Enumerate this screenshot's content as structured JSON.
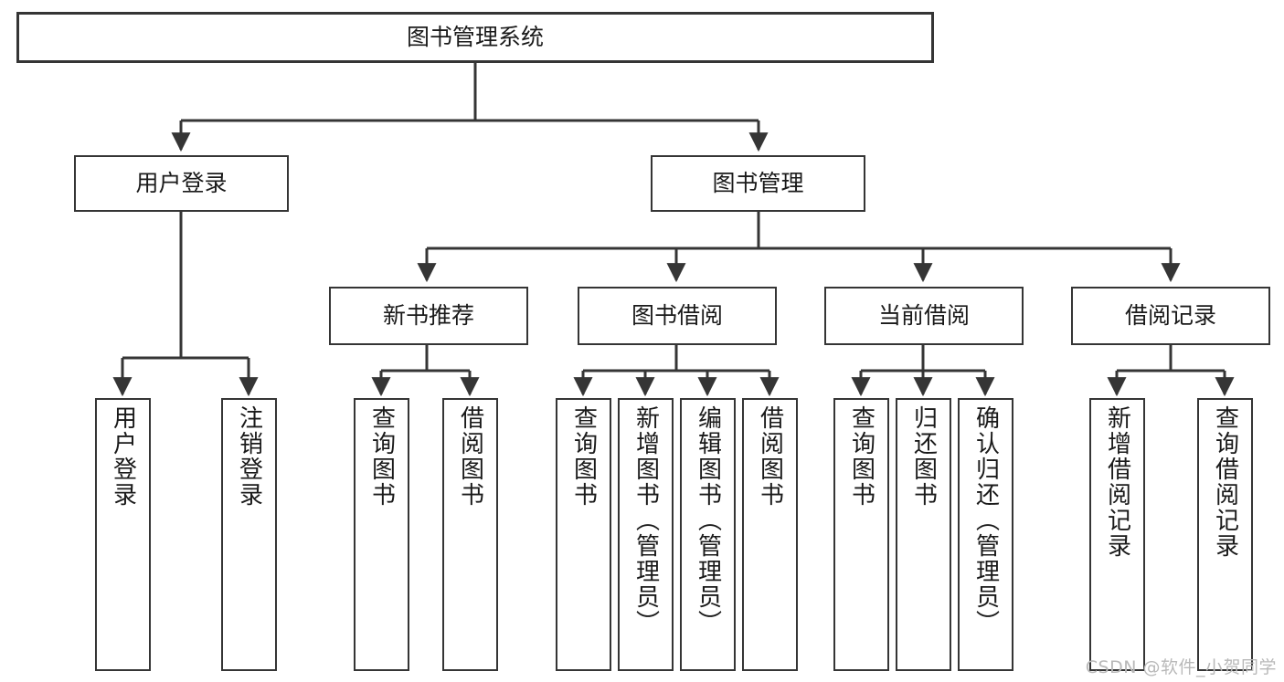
{
  "diagram": {
    "title": "图书管理系统",
    "watermark": "CSDN @软件_小贺同学",
    "colors": {
      "stroke": "#353535",
      "fill": "#ffffff",
      "text": "#1a1a1a",
      "watermark": "#b9b9b9"
    },
    "nodes": {
      "root": {
        "label": "图书管理系统"
      },
      "level1": [
        {
          "label": "用户登录"
        },
        {
          "label": "图书管理"
        }
      ],
      "level2": [
        {
          "label": "新书推荐"
        },
        {
          "label": "图书借阅"
        },
        {
          "label": "当前借阅"
        },
        {
          "label": "借阅记录"
        }
      ],
      "leaves": {
        "user_login": [
          {
            "label": "用户登录"
          },
          {
            "label": "注销登录"
          }
        ],
        "new_book_recommend": [
          {
            "label": "查询图书"
          },
          {
            "label": "借阅图书"
          }
        ],
        "book_borrow": [
          {
            "label": "查询图书"
          },
          {
            "label": "新增图书（管理员）"
          },
          {
            "label": "编辑图书（管理员）"
          },
          {
            "label": "借阅图书"
          }
        ],
        "current_borrow": [
          {
            "label": "查询图书"
          },
          {
            "label": "归还图书"
          },
          {
            "label": "确认归还（管理员）"
          }
        ],
        "borrow_record": [
          {
            "label": "新增借阅记录"
          },
          {
            "label": "查询借阅记录"
          }
        ]
      }
    }
  }
}
